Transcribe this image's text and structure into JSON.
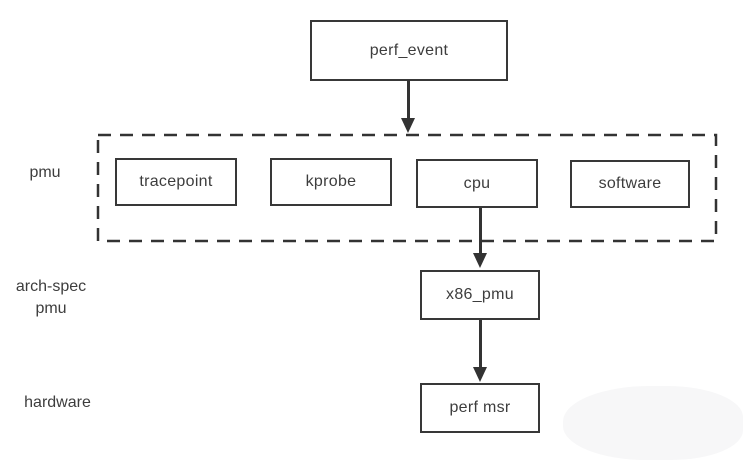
{
  "diagram": {
    "nodes": {
      "perf_event": {
        "label": "perf_event"
      },
      "tracepoint": {
        "label": "tracepoint"
      },
      "kprobe": {
        "label": "kprobe"
      },
      "cpu": {
        "label": "cpu"
      },
      "software": {
        "label": "software"
      },
      "x86_pmu": {
        "label": "x86_pmu"
      },
      "perf_msr": {
        "label": "perf msr"
      }
    },
    "row_labels": {
      "pmu": "pmu",
      "arch_spec_line1": "arch-spec",
      "arch_spec_line2": "pmu",
      "hardware": "hardware"
    },
    "edges": [
      {
        "from": "perf_event",
        "to": "pmu-group"
      },
      {
        "from": "cpu",
        "to": "x86_pmu"
      },
      {
        "from": "x86_pmu",
        "to": "perf_msr"
      }
    ],
    "colors": {
      "line": "#333333",
      "border": "#383838",
      "text": "#3d3d3d",
      "background": "#ffffff",
      "watermark": "#f7f7f8"
    }
  }
}
